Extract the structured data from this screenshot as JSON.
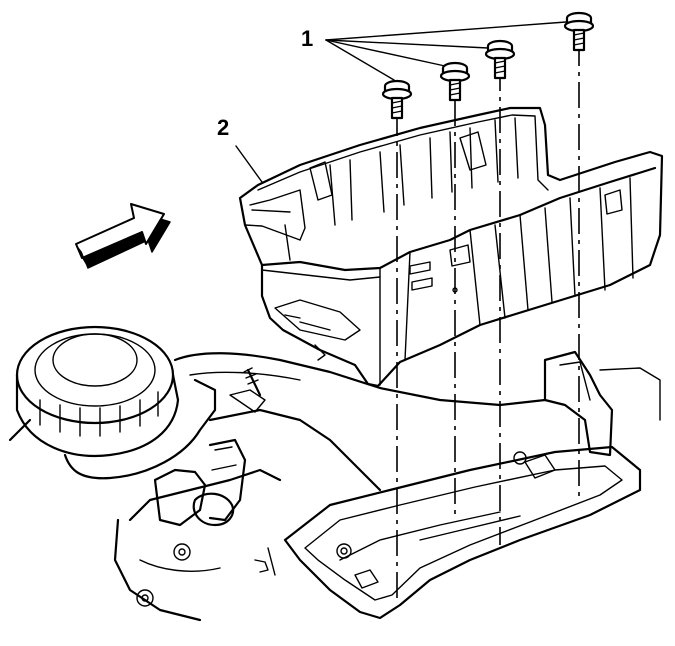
{
  "callouts": [
    {
      "id": "1",
      "label": "1"
    },
    {
      "id": "2",
      "label": "2"
    }
  ],
  "colors": {
    "line": "#000000",
    "background": "#ffffff"
  },
  "icons": {
    "direction": "front-direction-arrow-icon"
  }
}
